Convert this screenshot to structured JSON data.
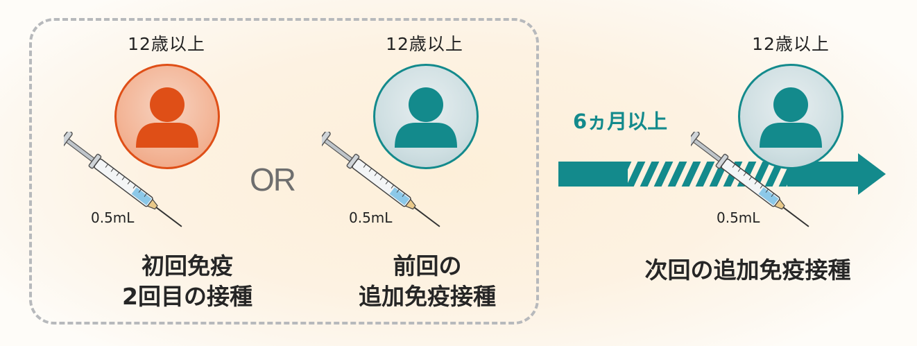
{
  "age_labels": [
    "12歳以上",
    "12歳以上",
    "12歳以上"
  ],
  "volume_labels": [
    "0.5mL",
    "0.5mL",
    "0.5mL"
  ],
  "or_label": "OR",
  "interval_label": "6ヵ月以上",
  "captions": {
    "primary_line1": "初回免疫",
    "primary_line2": "2回目の接種",
    "prev_line1": "前回の",
    "prev_line2": "追加免疫接種",
    "next": "次回の追加免疫接種"
  },
  "icons": {
    "person_primary": "person-icon",
    "person_previous": "person-icon",
    "person_next": "person-icon",
    "syringe": "syringe-icon",
    "arrow": "timeline-arrow-icon"
  },
  "colors": {
    "orange": "#df4f17",
    "teal": "#138a8c",
    "dashed_border": "#b7b9bc",
    "background": "#fdefd9"
  }
}
